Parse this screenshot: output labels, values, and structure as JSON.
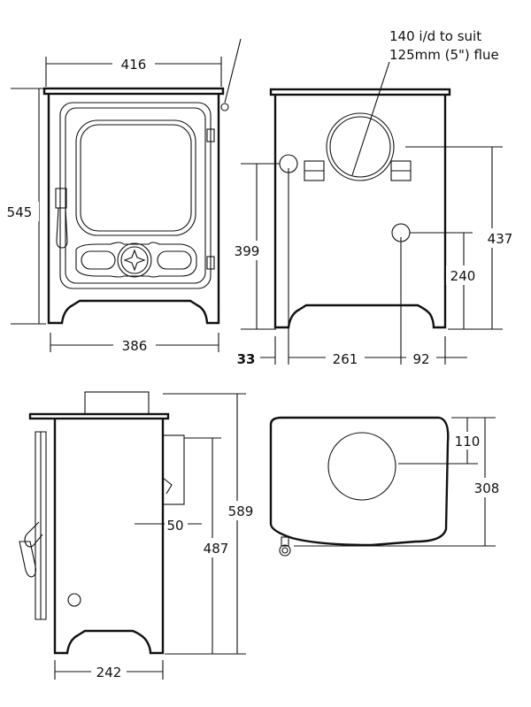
{
  "title": "",
  "front_view": {
    "width_top": "416",
    "height": "545",
    "width_base": "386"
  },
  "back_view": {
    "flue_note_line1": "140 i/d to suit",
    "flue_note_line2": "125mm (5\") flue",
    "inlet_height_left": "399",
    "outlet_height_right": "437",
    "inlet_height_right": "240",
    "offset_left": "33",
    "spacing_middle": "261",
    "offset_right": "92"
  },
  "side_view": {
    "total_height": "589",
    "flue_height": "487",
    "flue_offset": "50",
    "depth": "242"
  },
  "top_view": {
    "flue_from_back": "110",
    "depth": "308"
  }
}
